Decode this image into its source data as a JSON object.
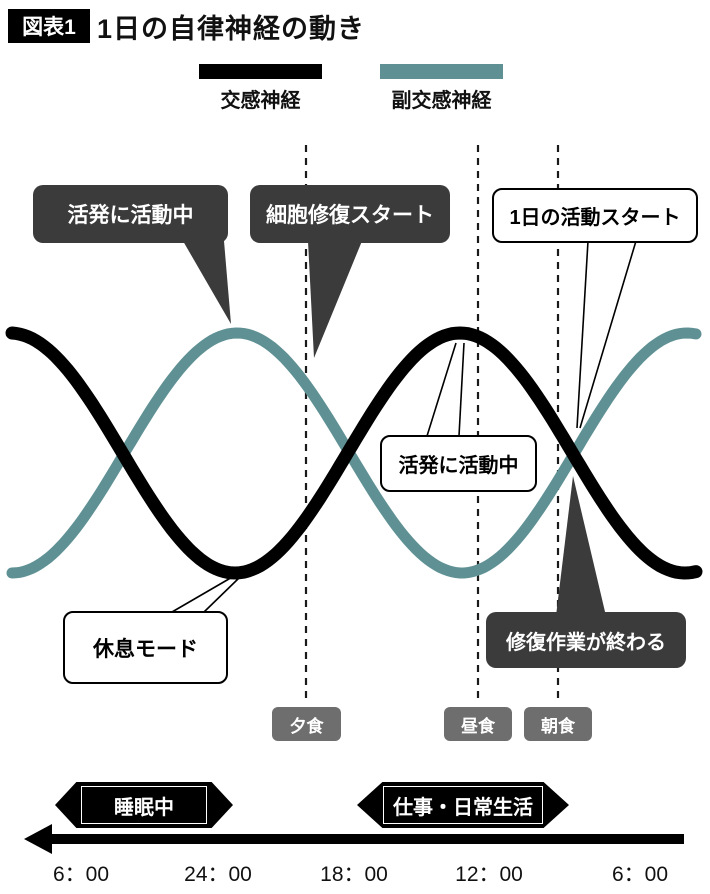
{
  "header": {
    "tag": "図表1",
    "title": "1日の自律神経の動き"
  },
  "legend": [
    {
      "label": "交感神経",
      "color": "#000000"
    },
    {
      "label": "副交感神経",
      "color": "#5f9194"
    }
  ],
  "colors": {
    "dark": "#3b3b3b",
    "badge_gray": "#6e6e6e",
    "line_black": "#000000",
    "teal": "#5f9194"
  },
  "callouts": [
    {
      "text": "活発に活動中",
      "style": "dark"
    },
    {
      "text": "細胞修復スタート",
      "style": "dark"
    },
    {
      "text": "1日の活動スタート",
      "style": "light"
    },
    {
      "text": "活発に活動中",
      "style": "light"
    },
    {
      "text": "休息モード",
      "style": "light"
    },
    {
      "text": "修復作業が終わる",
      "style": "dark"
    }
  ],
  "meals": [
    {
      "label": "夕食"
    },
    {
      "label": "昼食"
    },
    {
      "label": "朝食"
    }
  ],
  "periods": [
    {
      "label": "睡眠中"
    },
    {
      "label": "仕事・日常生活"
    }
  ],
  "time_labels": [
    "6：00",
    "24：00",
    "18：00",
    "12：00",
    "6：00"
  ],
  "chart_data": {
    "type": "line",
    "title": "1日の自律神経の動き",
    "x_direction": "right_to_left",
    "x_arrow": "left",
    "x_ticks": [
      "6：00",
      "24：00",
      "18：00",
      "12：00",
      "6：00"
    ],
    "ylim": [
      0,
      1
    ],
    "grid": false,
    "legend_position": "top",
    "series": [
      {
        "name": "交感神経",
        "color": "#000000",
        "shape": "sine_antiphase",
        "values_at_ticks": [
          0.77,
          0.02,
          0.55,
          0.96,
          0.1
        ]
      },
      {
        "name": "副交感神経",
        "color": "#5f9194",
        "shape": "sine_antiphase",
        "values_at_ticks": [
          0.23,
          0.98,
          0.45,
          0.04,
          0.9
        ]
      }
    ],
    "event_lines": [
      {
        "label": "夕食",
        "style": "dashed"
      },
      {
        "label": "昼食",
        "style": "dashed"
      },
      {
        "label": "朝食",
        "style": "dashed"
      }
    ],
    "annotations": [
      {
        "text": "活発に活動中",
        "target": "副交感神経のピーク（24：00ごろ）"
      },
      {
        "text": "細胞修復スタート",
        "target": "夕食ラインの副交感神経"
      },
      {
        "text": "1日の活動スタート",
        "target": "朝の交差点（交感神経が上昇）"
      },
      {
        "text": "活発に活動中",
        "target": "交感神経のピーク（12：00ごろ）"
      },
      {
        "text": "休息モード",
        "target": "交感神経の谷（24：00ごろ）"
      },
      {
        "text": "修復作業が終わる",
        "target": "朝の交差点（副交感神経が下降）"
      }
    ],
    "period_bands": [
      {
        "label": "睡眠中"
      },
      {
        "label": "仕事・日常生活"
      }
    ]
  }
}
